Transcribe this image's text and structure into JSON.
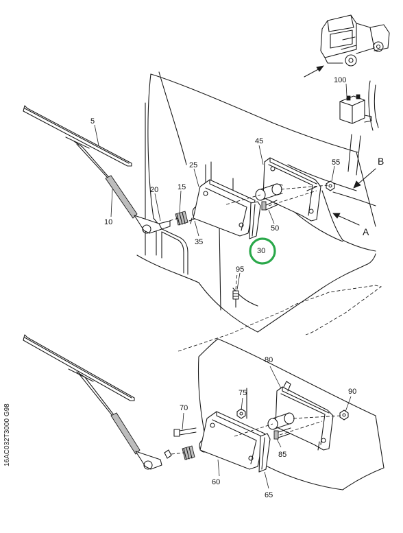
{
  "callouts": {
    "c5": "5",
    "c10": "10",
    "c15": "15",
    "c20": "20",
    "c25": "25",
    "c30": "30",
    "c35": "35",
    "c45": "45",
    "c50": "50",
    "c55": "55",
    "c60": "60",
    "c65": "65",
    "c70": "70",
    "c75": "75",
    "c80": "80",
    "c85": "85",
    "c90": "90",
    "c95": "95",
    "c100": "100"
  },
  "view_letters": {
    "a": "A",
    "b": "B"
  },
  "side_code": "16AC032T3000  G98",
  "highlight": {
    "callout": "30",
    "color": "#2aa84a"
  }
}
